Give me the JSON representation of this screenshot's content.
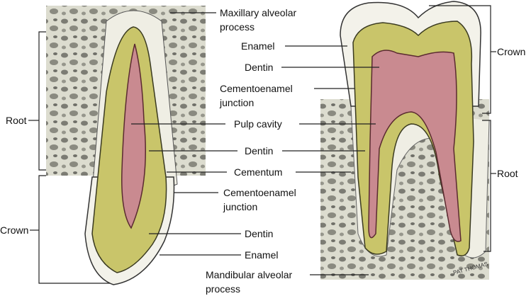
{
  "labels": {
    "maxillary": [
      "Maxillary alveolar",
      "process"
    ],
    "enamel_top": "Enamel",
    "dentin_top": "Dentin",
    "cej_top": [
      "Cementoenamel",
      "junction"
    ],
    "pulp": "Pulp cavity",
    "dentin_mid": "Dentin",
    "cementum": "Cementum",
    "cej_left": [
      "Cementoenamel",
      "junction"
    ],
    "dentin_low": "Dentin",
    "enamel_low": "Enamel",
    "mandibular": [
      "Mandibular alveolar",
      "process"
    ],
    "root_left": "Root",
    "crown_left": "Crown",
    "crown_right": "Crown",
    "root_right": "Root"
  },
  "signature": "PAT THOMAS",
  "colors": {
    "bone": "#d9d9cc",
    "enamel": "#f1f0e6",
    "dentin": "#c9c56a",
    "pulp": "#c98a90",
    "line": "#222222"
  }
}
